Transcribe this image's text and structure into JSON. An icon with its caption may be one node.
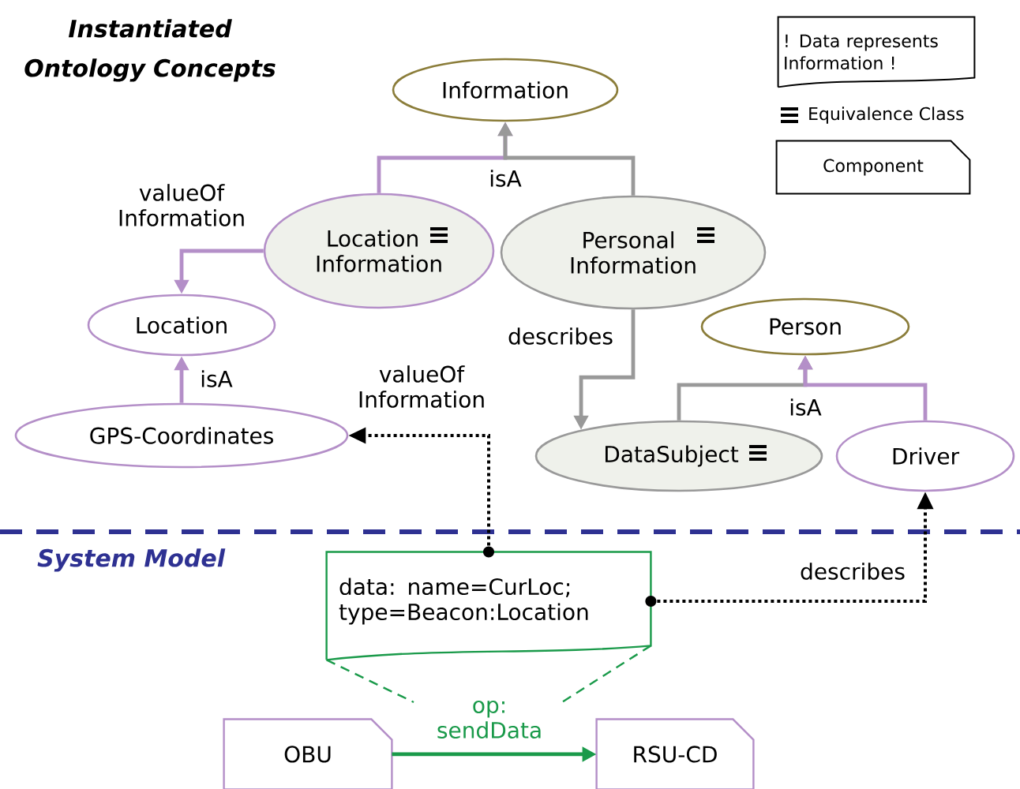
{
  "diagram": {
    "title": "Instantiated Ontology Concepts",
    "nodes": [
      {
        "text": [
          "Information"
        ]
      },
      {
        "text": [
          "Location Information"
        ]
      },
      {
        "text": [
          "Personal Information"
        ]
      },
      {
        "text": [
          "Location"
        ]
      },
      {
        "text": [
          "GPS-Coordinates"
        ]
      },
      {
        "text": [
          "Person"
        ]
      },
      {
        "text": [
          "DataSubject"
        ]
      },
      {
        "text": [
          "Driver"
        ]
      },
      {
        "text": [
          "data: name=CurLoc; type=Beacon:Location"
        ]
      },
      {
        "text": [
          "OBU"
        ]
      },
      {
        "text": [
          "RSU-CD"
        ]
      }
    ],
    "edges": [
      {
        "from": 1,
        "to": 0,
        "arrow": "to"
      },
      {
        "from": 2,
        "to": 0,
        "arrow": "to",
        "label": "isA",
        "color": "#999999"
      },
      {
        "from": 1,
        "to": 3,
        "arrow": "to",
        "label": "valueOf Information"
      },
      {
        "from": 4,
        "to": 3,
        "arrow": "to",
        "label": "isA"
      },
      {
        "from": 2,
        "to": 6,
        "arrow": "to",
        "label": "describes",
        "color": "#999999"
      },
      {
        "from": 6,
        "to": 5,
        "arrow": "to",
        "label": "isA",
        "color": "#999999"
      },
      {
        "from": 7,
        "to": 5,
        "arrow": "to"
      },
      {
        "from": 8,
        "to": 4,
        "arrow": "to",
        "label": "valueOf Information",
        "style": "dashed",
        "color": "#000000"
      },
      {
        "from": 8,
        "to": 7,
        "arrow": "to",
        "label": "describes",
        "style": "dashed",
        "color": "#000000"
      },
      {
        "from": 9,
        "to": 10,
        "arrow": "to",
        "label": "op: sendData",
        "color": "#1a9a4a"
      }
    ],
    "labels": [
      "System Model"
    ],
    "legend": [
      {
        "text": "! Data represents Information !"
      },
      {
        "text": "Equivalence Class"
      },
      {
        "text": "Component"
      }
    ]
  }
}
